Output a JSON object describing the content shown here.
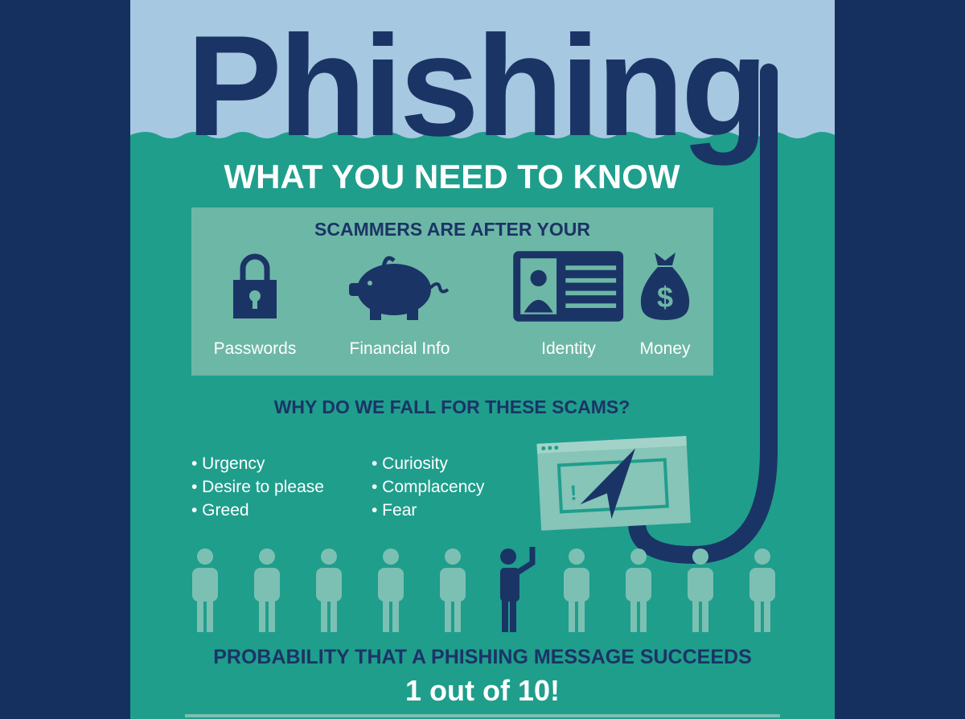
{
  "title": "Phishing",
  "subtitle": "WHAT YOU NEED TO KNOW",
  "targets": {
    "heading": "SCAMMERS ARE AFTER YOUR",
    "items": [
      {
        "label": "Passwords",
        "icon": "padlock-icon"
      },
      {
        "label": "Financial Info",
        "icon": "piggy-bank-icon"
      },
      {
        "label": "Identity",
        "icon": "id-card-icon"
      },
      {
        "label": "Money",
        "icon": "money-bag-icon"
      }
    ]
  },
  "reasons": {
    "heading": "WHY DO WE FALL FOR THESE SCAMS?",
    "left": [
      "• Urgency",
      "• Desire to please",
      "• Greed"
    ],
    "right": [
      "• Curiosity",
      "• Complacency",
      "• Fear"
    ]
  },
  "probability": {
    "label": "PROBABILITY THAT A PHISHING MESSAGE SUCCEEDS",
    "value_text": "1 out of 10!",
    "successes": 1,
    "total": 10
  },
  "colors": {
    "background": "#15305f",
    "sky": "#a6c8e0",
    "water": "#1f9e8c",
    "navy": "#1b3466",
    "panel": "#6db7a6",
    "figure": "#7cc0b3"
  }
}
